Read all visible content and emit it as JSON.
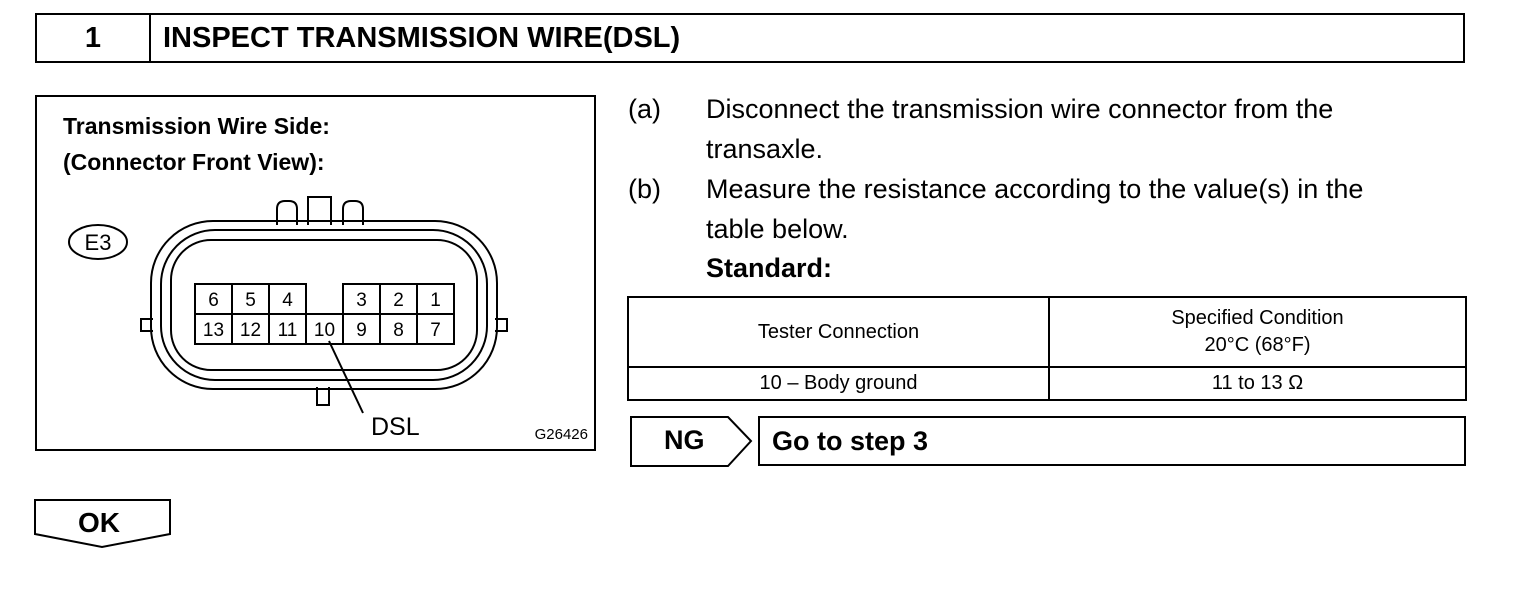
{
  "header": {
    "step_number": "1",
    "title": "INSPECT TRANSMISSION WIRE(DSL)"
  },
  "figure": {
    "caption_line1": "Transmission Wire Side:",
    "caption_line2": "(Connector Front View):",
    "connector_id": "E3",
    "pins_top": [
      "6",
      "5",
      "4",
      "",
      "3",
      "2",
      "1"
    ],
    "pins_bottom": [
      "13",
      "12",
      "11",
      "10",
      "9",
      "8",
      "7"
    ],
    "callout": "DSL",
    "code": "G26426"
  },
  "steps": [
    {
      "label": "(a)",
      "line1": "Disconnect the transmission wire connector from the",
      "line2": "transaxle."
    },
    {
      "label": "(b)",
      "line1": "Measure the resistance according to the value(s) in the",
      "line2": "table below."
    }
  ],
  "standard_label": "Standard:",
  "table": {
    "header_col1": "Tester Connection",
    "header_col2_line1": "Specified Condition",
    "header_col2_line2": "20°C (68°F)",
    "row_col1": "10 – Body ground",
    "row_col2": "11 to 13 Ω"
  },
  "ng": {
    "label": "NG",
    "action": "Go to step 3"
  },
  "ok": {
    "label": "OK"
  }
}
